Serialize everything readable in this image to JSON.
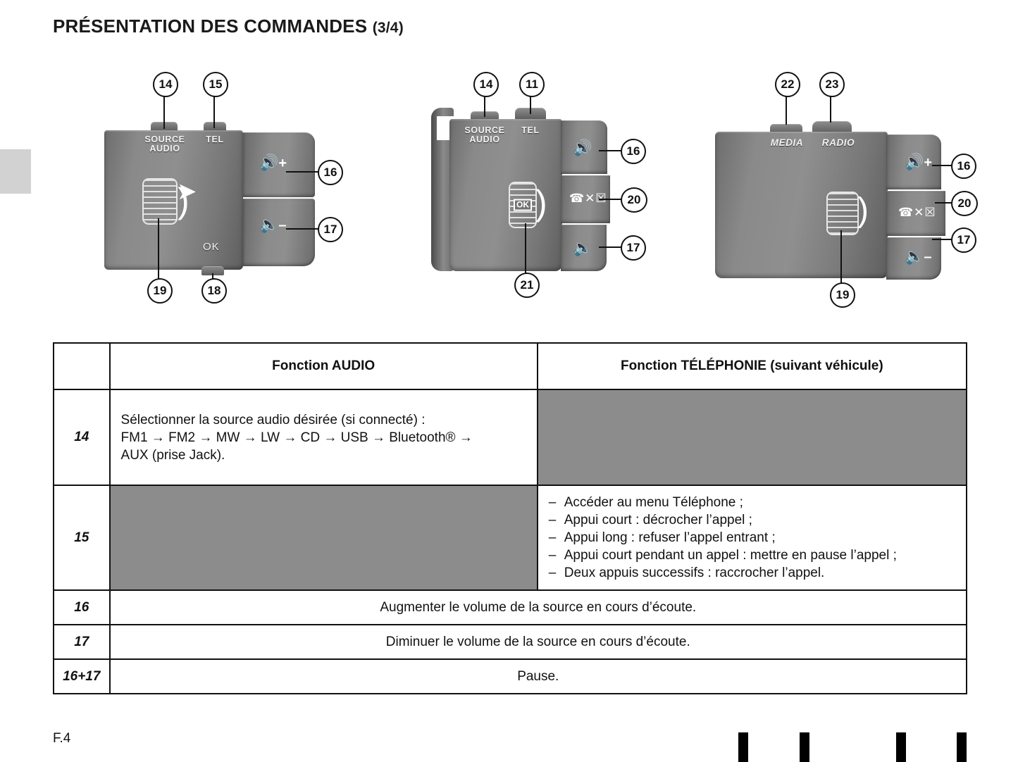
{
  "page": {
    "title_main": "PRÉSENTATION DES COMMANDES",
    "title_suffix": "(3/4)",
    "folio": "F.4"
  },
  "diagrams": [
    {
      "id": "steering-column-control-left",
      "labels": [
        {
          "name": "source-audio",
          "text": "SOURCE\nAUDIO"
        },
        {
          "name": "tel",
          "text": "TEL"
        },
        {
          "name": "ok",
          "text": "OK"
        }
      ],
      "icons": [
        "volume-up-icon",
        "volume-down-icon",
        "scroll-wheel-icon"
      ],
      "callouts": [
        "14",
        "15",
        "16",
        "17",
        "18",
        "19"
      ]
    },
    {
      "id": "steering-column-control-middle",
      "labels": [
        {
          "name": "source-audio",
          "text": "SOURCE\nAUDIO"
        },
        {
          "name": "tel",
          "text": "TEL"
        },
        {
          "name": "ok",
          "text": "OK"
        }
      ],
      "icons": [
        "volume-up-icon",
        "phone-pickup-hangup-icon",
        "volume-down-icon",
        "scroll-wheel-ok-icon"
      ],
      "callouts": [
        "14",
        "11",
        "16",
        "20",
        "17",
        "21"
      ]
    },
    {
      "id": "steering-column-control-right",
      "labels": [
        {
          "name": "media",
          "text": "MEDIA"
        },
        {
          "name": "radio",
          "text": "RADIO"
        }
      ],
      "icons": [
        "volume-up-icon",
        "phone-pickup-hangup-icon",
        "volume-down-icon",
        "scroll-wheel-icon"
      ],
      "callouts": [
        "22",
        "23",
        "16",
        "20",
        "17",
        "19"
      ]
    }
  ],
  "callout_numbers": {
    "d1_14": "14",
    "d1_15": "15",
    "d1_16": "16",
    "d1_17": "17",
    "d1_18": "18",
    "d1_19": "19",
    "d2_14": "14",
    "d2_11": "11",
    "d2_16": "16",
    "d2_20": "20",
    "d2_17": "17",
    "d2_21": "21",
    "d3_22": "22",
    "d3_23": "23",
    "d3_16": "16",
    "d3_20": "20",
    "d3_17": "17",
    "d3_19": "19"
  },
  "device_labels": {
    "source": "SOURCE",
    "audio": "AUDIO",
    "tel": "TEL",
    "ok": "OK",
    "ok_wheel": "OK",
    "media": "MEDIA",
    "radio": "RADIO"
  },
  "table": {
    "headers": {
      "num": "",
      "audio": "Fonction AUDIO",
      "tel": "Fonction TÉLÉPHONIE (suivant véhicule)"
    },
    "rows": [
      {
        "num": "14",
        "audio": "Sélectionner la source audio désirée (si connecté) :\nFM1 → FM2 → MW → LW → CD → USB → Bluetooth® →\nAUX (prise Jack).",
        "audio_lines": [
          "Sélectionner la source audio désirée (si connecté) :",
          "FM1 → FM2 → MW → LW → CD → USB → Bluetooth® →",
          "AUX (prise Jack)."
        ],
        "tel": "",
        "tel_gray": true,
        "audio_gray": false
      },
      {
        "num": "15",
        "audio": "",
        "audio_gray": true,
        "tel_gray": false,
        "tel_items": [
          "Accéder au menu Téléphone ;",
          "Appui court : décrocher l’appel ;",
          "Appui long : refuser l’appel entrant ;",
          "Appui court pendant un appel : mettre en pause l’appel ;",
          "Deux appuis successifs : raccrocher l’appel."
        ]
      },
      {
        "num": "16",
        "span": "Augmenter le volume de la source en cours d’écoute."
      },
      {
        "num": "17",
        "span": "Diminuer le volume de la source en cours d’écoute."
      },
      {
        "num": "16+17",
        "span": "Pause."
      }
    ]
  },
  "colors": {
    "gray_fill": "#8c8c8c",
    "border": "#111111",
    "edge_tab": "#d2d2d2"
  }
}
